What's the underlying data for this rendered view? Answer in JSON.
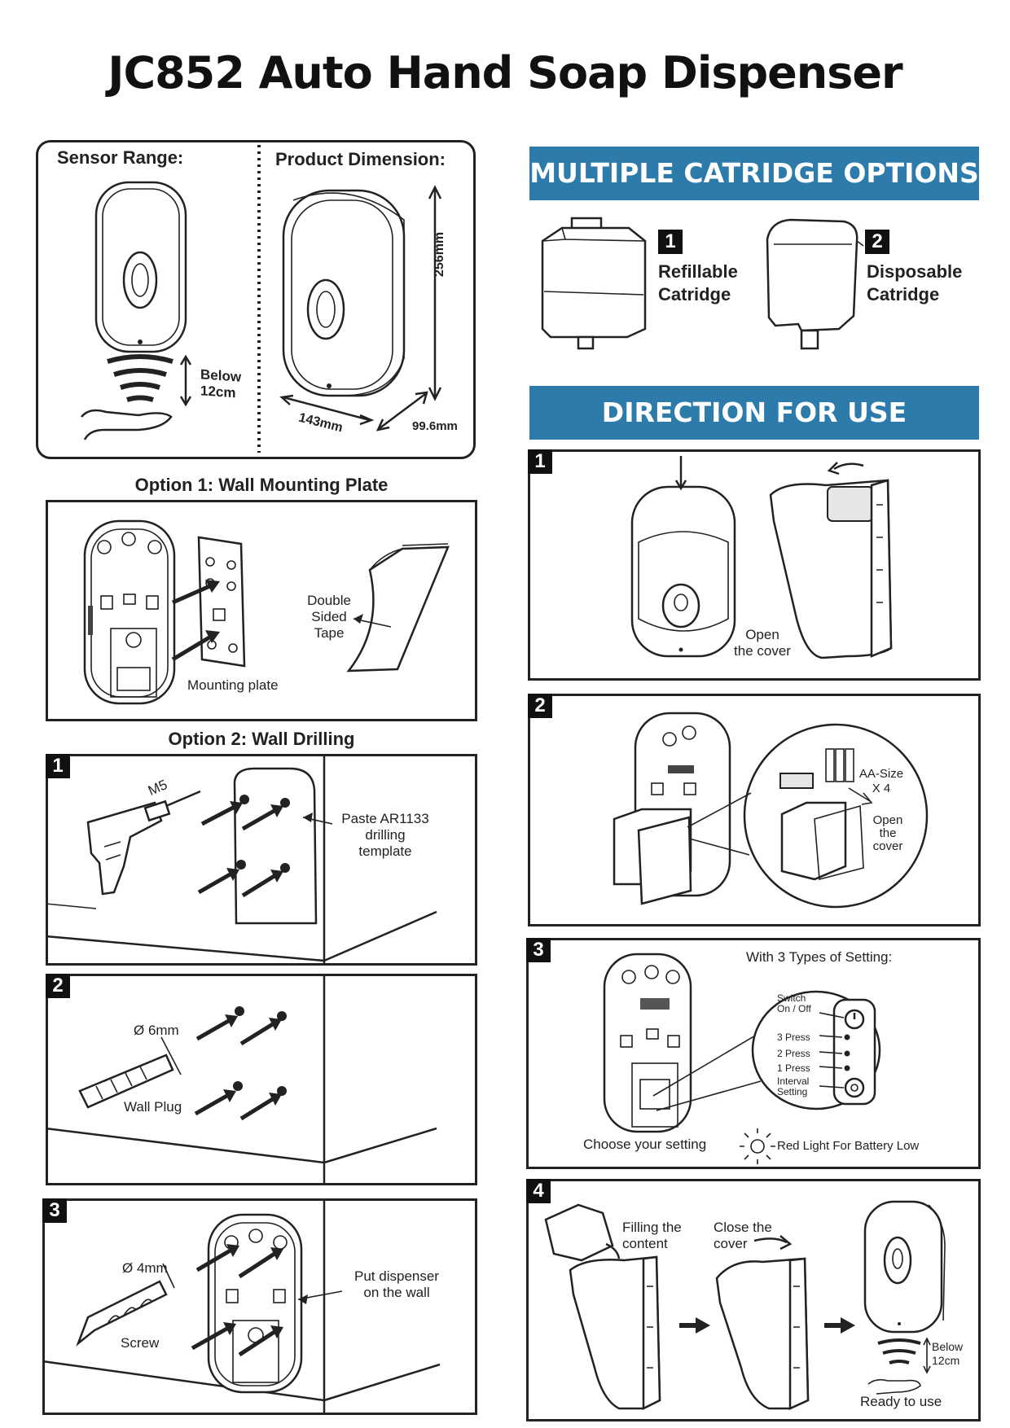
{
  "title": "JC852 Auto Hand Soap Dispenser",
  "sensor": {
    "heading": "Sensor Range:",
    "distance": "Below\n12cm"
  },
  "dimension": {
    "heading": "Product Dimension:",
    "height": "256mm",
    "width": "143mm",
    "depth": "99.6mm"
  },
  "option1": {
    "heading": "Option 1: Wall Mounting Plate",
    "tape": "Double\nSided\nTape",
    "plate": "Mounting plate"
  },
  "option2": {
    "heading": "Option 2: Wall Drilling",
    "steps": [
      {
        "num": "1",
        "drill": "M5",
        "template": "Paste AR1133\ndrilling\ntemplate"
      },
      {
        "num": "2",
        "diameter": "Ø 6mm",
        "plug": "Wall Plug"
      },
      {
        "num": "3",
        "diameter": "Ø 4mm",
        "screw": "Screw",
        "put": "Put dispenser\non the wall"
      }
    ]
  },
  "cartridges": {
    "banner": "MULTIPLE CATRIDGE OPTIONS",
    "items": [
      {
        "num": "1",
        "label": "Refillable\nCatridge"
      },
      {
        "num": "2",
        "label": "Disposable\nCatridge"
      }
    ]
  },
  "directions": {
    "banner": "DIRECTION FOR USE",
    "steps": [
      {
        "num": "1",
        "text": "Open\nthe cover"
      },
      {
        "num": "2",
        "battery": "AA-Size\nX 4",
        "open": "Open\nthe\ncover"
      },
      {
        "num": "3",
        "heading": "With 3 Types of Setting:",
        "switch": "Switch\nOn / Off",
        "press3": "3 Press",
        "press2": "2 Press",
        "press1": "1 Press",
        "interval": "Interval\nSetting",
        "choose": "Choose your setting",
        "battery_low": "Red Light For Battery Low"
      },
      {
        "num": "4",
        "filling": "Filling the\ncontent",
        "close": "Close the\ncover",
        "below": "Below\n12cm",
        "ready": "Ready to use"
      }
    ]
  },
  "colors": {
    "banner": "#2c7bab",
    "line": "#222222"
  }
}
